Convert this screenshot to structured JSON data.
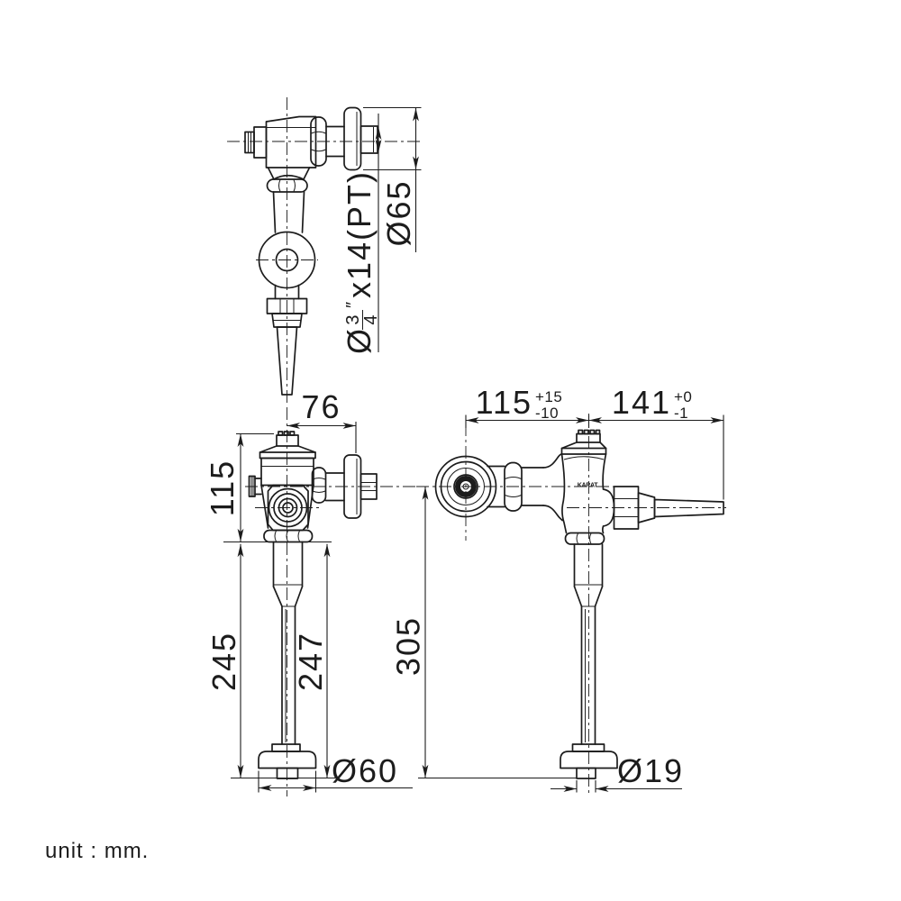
{
  "drawing": {
    "unit_label": "unit : mm.",
    "brand_mark": "KARAT",
    "ink_color": "#1c1c1c",
    "background_color": "#ffffff"
  },
  "top_view": {
    "flange_dia": "Ø65",
    "thread": {
      "prefix": "Ø",
      "numerator": "3",
      "denominator": "4",
      "prime": "″",
      "suffix": "x14(PT)"
    }
  },
  "front_view": {
    "wall_offset": "76",
    "valve_height": "115",
    "len_outer": "245",
    "len_inner": "247",
    "base_dia": "Ø60"
  },
  "side_view": {
    "inlet_offset": {
      "value": "115",
      "tol_upper": "+15",
      "tol_lower": "-10"
    },
    "handle_len": {
      "value": "141",
      "tol_upper": "+0",
      "tol_lower": "-1"
    },
    "overall_height": "305",
    "spud_dia": "Ø19"
  }
}
